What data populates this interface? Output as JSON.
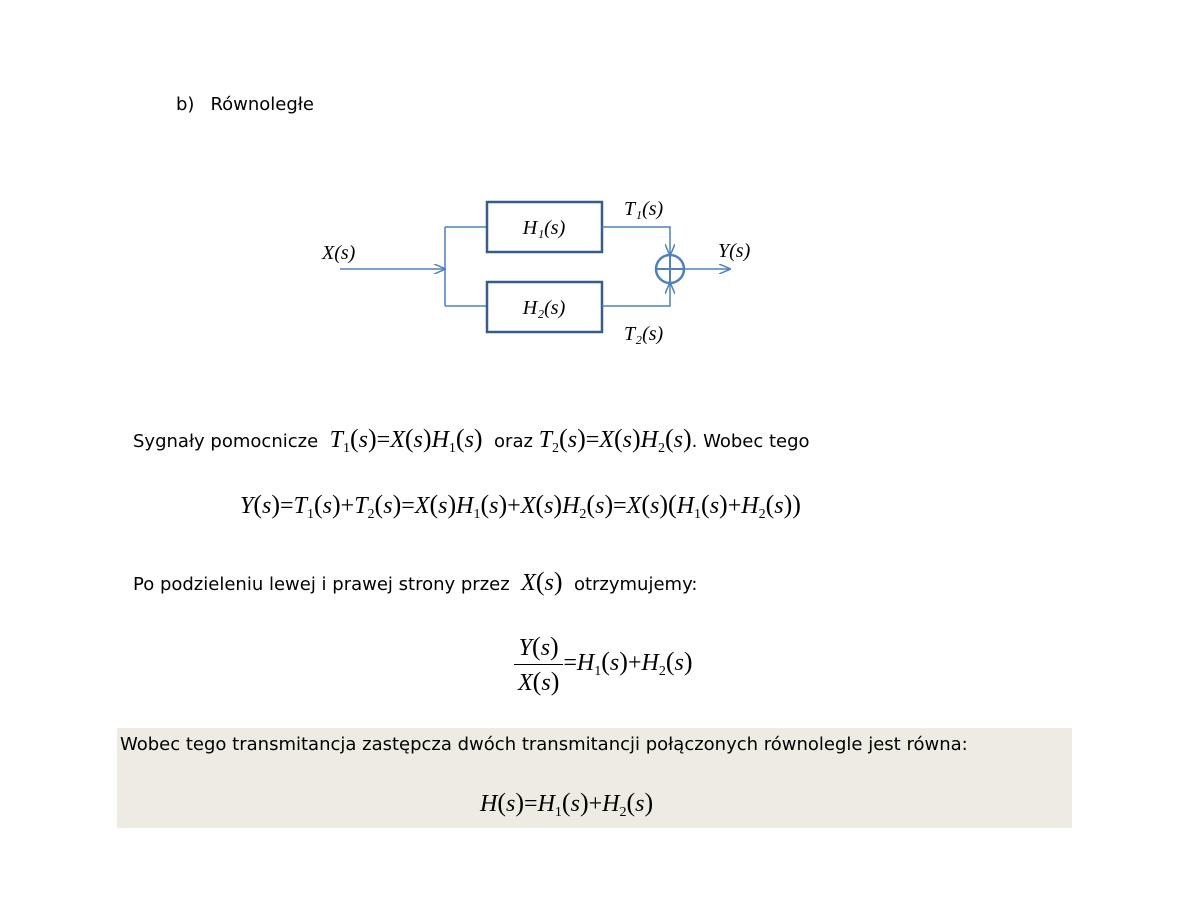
{
  "heading": {
    "label": "b)",
    "title": "Równoległe"
  },
  "diagram": {
    "input": "X(s)",
    "output": "Y(s)",
    "block1": "H₁(s)",
    "block2": "H₂(s)",
    "branch1": "T₁(s)",
    "branch2": "T₂(s)",
    "colors": {
      "line": "#4f81bd",
      "block_border": "#385d8a"
    }
  },
  "text": {
    "line1_prefix": "Sygnały pomocnicze",
    "line1_mid": "oraz",
    "line1_suffix": ". Wobec tego",
    "line2_prefix": "Po podzieleniu lewej i prawej strony przez",
    "line2_suffix": "otrzymujemy:",
    "box_text": "Wobec tego transmitancja zastępcza dwóch transmitancji połączonych równolegle jest równa:"
  },
  "colors": {
    "box_background": "#eeece2"
  }
}
